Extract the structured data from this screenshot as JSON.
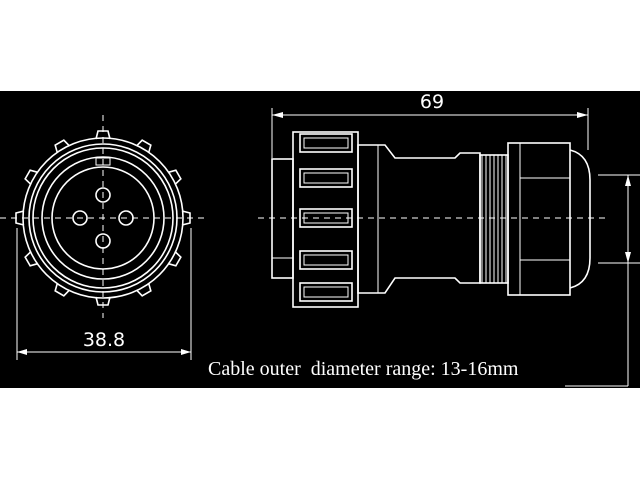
{
  "colors": {
    "background": "#000000",
    "lines": "#ffffff",
    "page": "#ffffff"
  },
  "dimensions": {
    "front_diameter": "38.8",
    "overall_length": "69"
  },
  "caption": "Cable outer  diameter range: 13-16mm"
}
